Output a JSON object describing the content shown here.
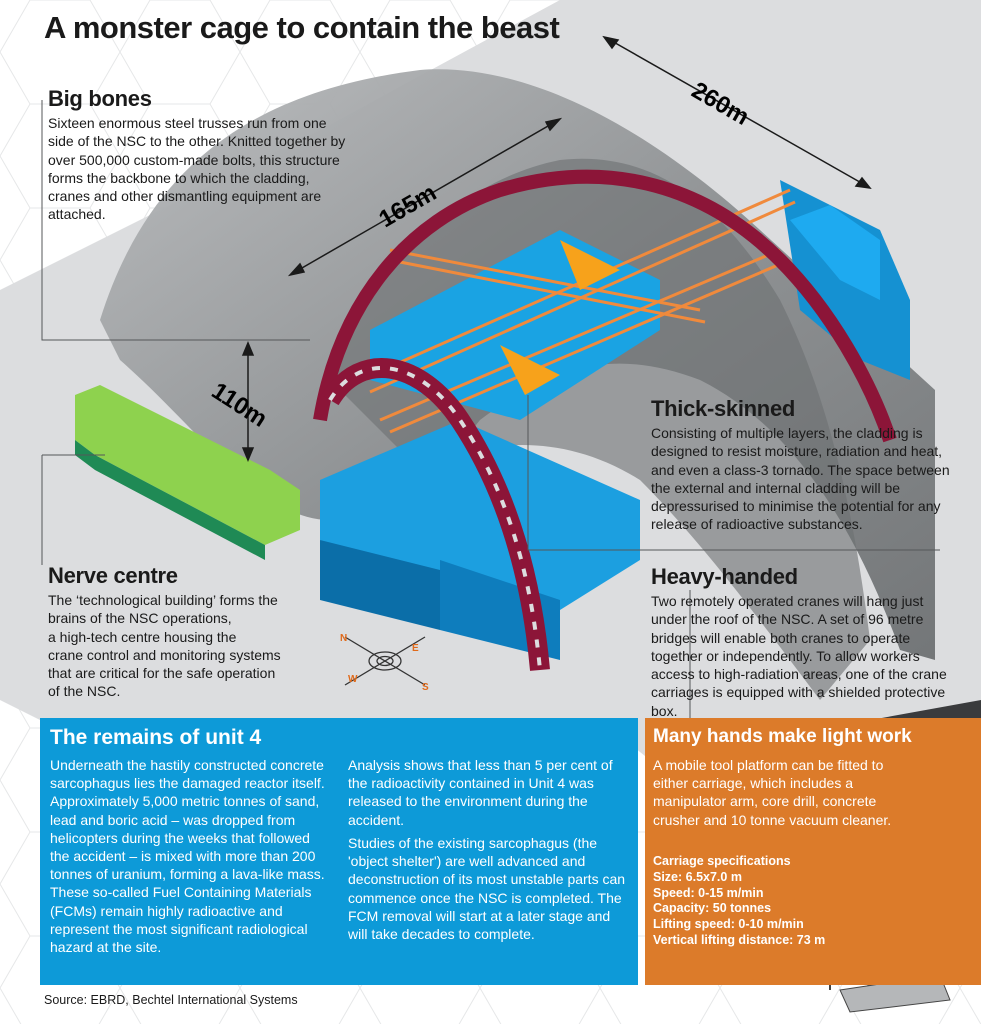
{
  "title": "A monster cage to contain the beast",
  "dimensions": {
    "length": "260m",
    "span": "165m",
    "height": "110m"
  },
  "compass": {
    "n": "N",
    "e": "E",
    "s": "S",
    "w": "W"
  },
  "big_bones": {
    "heading": "Big bones",
    "body": "Sixteen enormous steel trusses run from one side of the NSC to the other. Knitted together by over 500,000 custom-made bolts, this structure forms the backbone to which the cladding, cranes and other dismantling equipment are attached."
  },
  "thick_skinned": {
    "heading": "Thick-skinned",
    "body": "Consisting of multiple layers, the cladding is designed to resist moisture, radiation and heat, and even a class-3 tornado. The space between the external and internal cladding will be depressurised to minimise the potential for any release of radioactive substances."
  },
  "nerve_centre": {
    "heading": "Nerve centre",
    "lines": [
      "The ‘technological building’ forms the",
      "brains of the NSC operations,",
      "a high-tech centre housing the",
      "crane control and monitoring systems",
      "that are critical for the safe operation",
      "of the NSC."
    ]
  },
  "heavy_handed": {
    "heading": "Heavy-handed",
    "body": "Two remotely operated cranes will hang just under the roof of the NSC. A set of 96 metre bridges will enable both cranes to operate together or independently. To allow workers access to high-radiation areas, one of the crane carriages is equipped with a shielded protective box."
  },
  "remains": {
    "heading": "The remains of unit 4",
    "col1": "Underneath the hastily constructed concrete sarcophagus lies the damaged reactor itself. Approximately 5,000 metric tonnes of sand, lead and boric acid – was dropped from helicopters during the weeks that followed the accident – is mixed with more than 200 tonnes of uranium, forming a lava-like mass. These so-called Fuel Containing Materials (FCMs) remain highly radioactive and represent the most significant radiological hazard at the site.",
    "col2a": "Analysis shows that less than 5 per cent of the radioactivity contained in Unit 4 was released to the environment during the accident.",
    "col2b": "Studies of the existing sarcophagus (the 'object shelter') are well advanced and deconstruction of its most unstable parts can commence once the NSC is completed. The FCM removal will start at a later stage and will take decades to complete."
  },
  "many_hands": {
    "heading": "Many hands make light work",
    "body": "A mobile tool platform can be fitted to either carriage, which includes a manipulator arm, core drill, concrete crusher and 10 tonne vacuum cleaner.",
    "specs_title": "Carriage specifications",
    "specs": [
      "Size: 6.5x7.0 m",
      "Speed: 0-15 m/min",
      "Capacity: 50 tonnes",
      "Lifting speed: 0-10 m/min",
      "Vertical lifting distance: 73 m"
    ]
  },
  "source": "Source: EBRD, Bechtel International Systems",
  "colors": {
    "blue_panel": "#0d9ad8",
    "orange_panel": "#dc7b2a",
    "arch_grey": "#8f9294",
    "truss_red": "#8c1538",
    "reactor_blue": "#1a9de0",
    "building_green": "#7ac943"
  }
}
